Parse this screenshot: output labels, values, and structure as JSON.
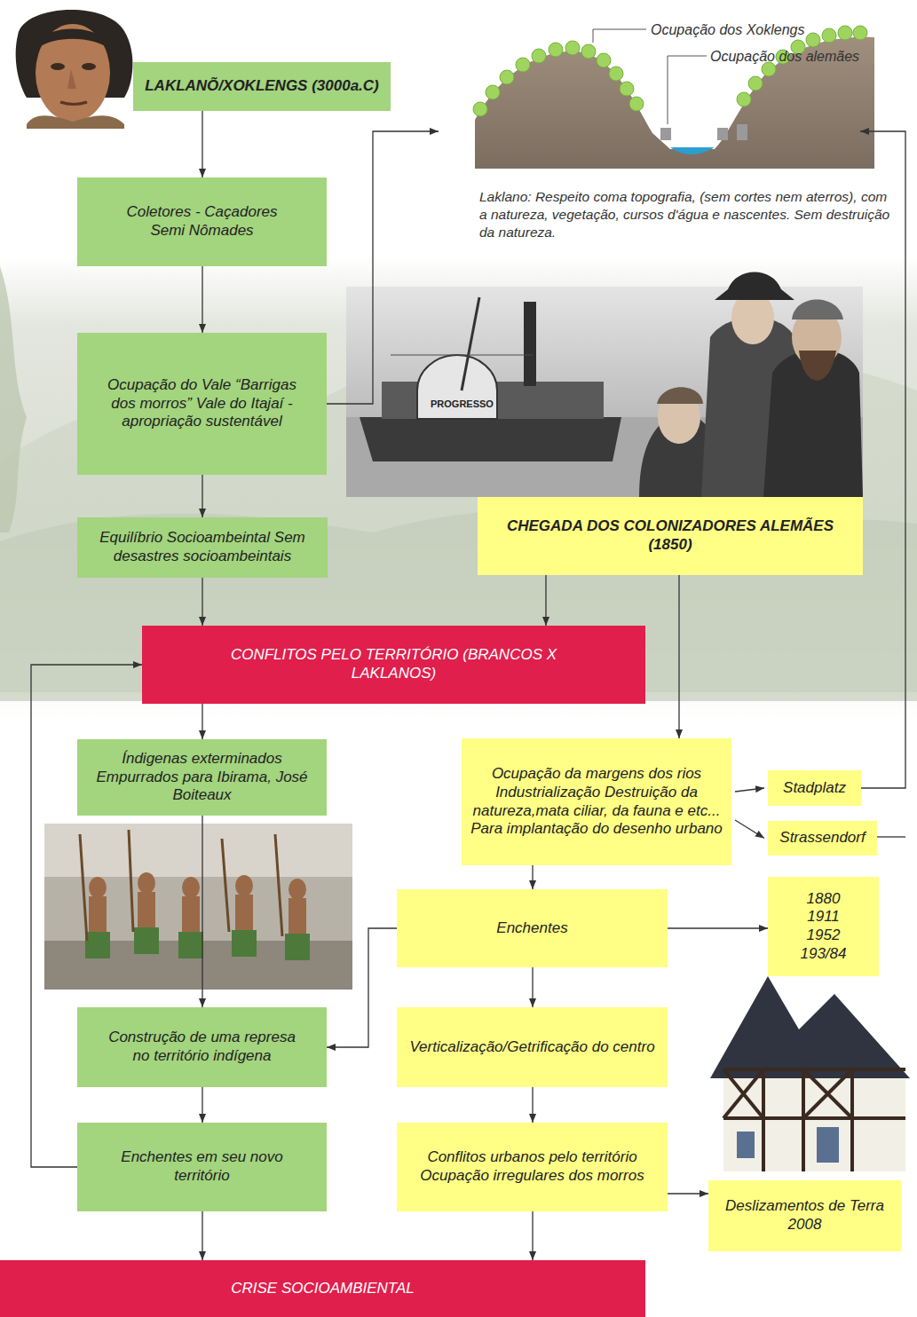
{
  "diagram": {
    "nodes": [
      {
        "text": [
          "LAKLANÕ/XOKLENGS (3000a.C)"
        ]
      },
      {
        "text": [
          "Coletores - Caçadores Semi Nômades"
        ]
      },
      {
        "text": [
          "Ocupação do Vale “Barrigas dos morros” Vale do Itajaí - apropriação sustentável"
        ]
      },
      {
        "text": [
          "Equilíbrio Socioambeintal Sem desastres socioambeintais"
        ]
      },
      {
        "text": [
          "CHEGADA DOS COLONIZADORES ALEMÃES (1850)"
        ]
      },
      {
        "text": [
          "CONFLITOS PELO TERRITÓRIO (BRANCOS X LAKLANOS)"
        ]
      },
      {
        "text": [
          "Índigenas exterminados Empurrados para Ibirama, José Boiteaux"
        ]
      },
      {
        "text": [
          "Ocupação da margens dos rios Industrialização Destruição da natureza,mata ciliar, da fauna e etc... Para implantação do desenho urbano"
        ]
      },
      {
        "text": [
          "Stadplatz"
        ]
      },
      {
        "text": [
          "Strassendorf"
        ]
      },
      {
        "text": [
          "Enchentes"
        ]
      },
      {
        "text": [
          "1880 1911 1952 193/84"
        ]
      },
      {
        "text": [
          "Construção de uma represa no território indígena"
        ]
      },
      {
        "text": [
          "Verticalização/Getrificação do centro"
        ]
      },
      {
        "text": [
          "Enchentes em seu novo território"
        ]
      },
      {
        "text": [
          "Conflitos urbanos pelo território Ocupação irregulares dos morros"
        ]
      },
      {
        "text": [
          "Deslizamentos de Terra 2008"
        ]
      },
      {
        "text": [
          "CRISE SOCIOAMBIENTAL"
        ]
      }
    ],
    "edges": [
      {
        "from": 0,
        "to": 1,
        "arrow": "to"
      },
      {
        "from": 1,
        "to": 2,
        "arrow": "to"
      },
      {
        "from": 2,
        "to": 3,
        "arrow": "to"
      },
      {
        "from": 3,
        "to": 5,
        "arrow": "to"
      },
      {
        "from": 4,
        "to": 5,
        "arrow": "to"
      },
      {
        "from": 4,
        "to": 7,
        "arrow": "to"
      },
      {
        "from": 5,
        "to": 6,
        "arrow": "to"
      },
      {
        "from": 6,
        "to": 12,
        "arrow": "to"
      },
      {
        "from": 7,
        "to": 8,
        "arrow": "to"
      },
      {
        "from": 7,
        "to": 9,
        "arrow": "to"
      },
      {
        "from": 7,
        "to": 10,
        "arrow": "to"
      },
      {
        "from": 10,
        "to": 11,
        "arrow": "to"
      },
      {
        "from": 10,
        "to": 12,
        "arrow": "to"
      },
      {
        "from": 10,
        "to": 13,
        "arrow": "to"
      },
      {
        "from": 12,
        "to": 14,
        "arrow": "to"
      },
      {
        "from": 13,
        "to": 15,
        "arrow": "to"
      },
      {
        "from": 15,
        "to": 16,
        "arrow": "to"
      },
      {
        "from": 14,
        "to": 5,
        "arrow": "to"
      },
      {
        "from": 14,
        "to": 17,
        "arrow": "to"
      },
      {
        "from": 15,
        "to": 17,
        "arrow": "to"
      }
    ],
    "labels": [
      "Ocupação dos Xoklengs",
      "Ocupação dos alemães",
      "Laklano: Respeito coma topografia, (sem cortes nem aterros), com a natureza, vegetação, cursos d'água e nascentes. Sem destruição da natureza.",
      "PROGRESSO"
    ]
  }
}
